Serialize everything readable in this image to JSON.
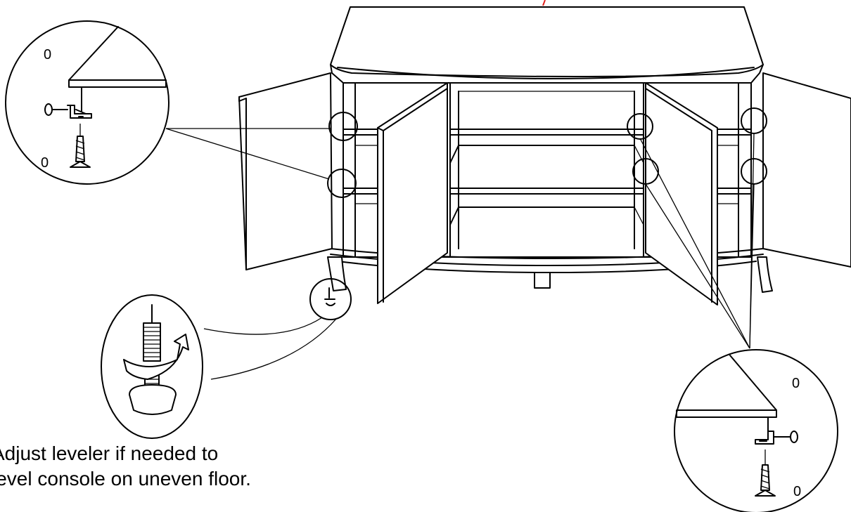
{
  "caption": {
    "line1": "Adjust leveler if needed to",
    "line2": "level console on uneven floor."
  },
  "detail_marks": {
    "hole_symbol": "0"
  },
  "colors": {
    "line": "#000000",
    "background": "#ffffff",
    "accent_mark": "#e0201b"
  }
}
